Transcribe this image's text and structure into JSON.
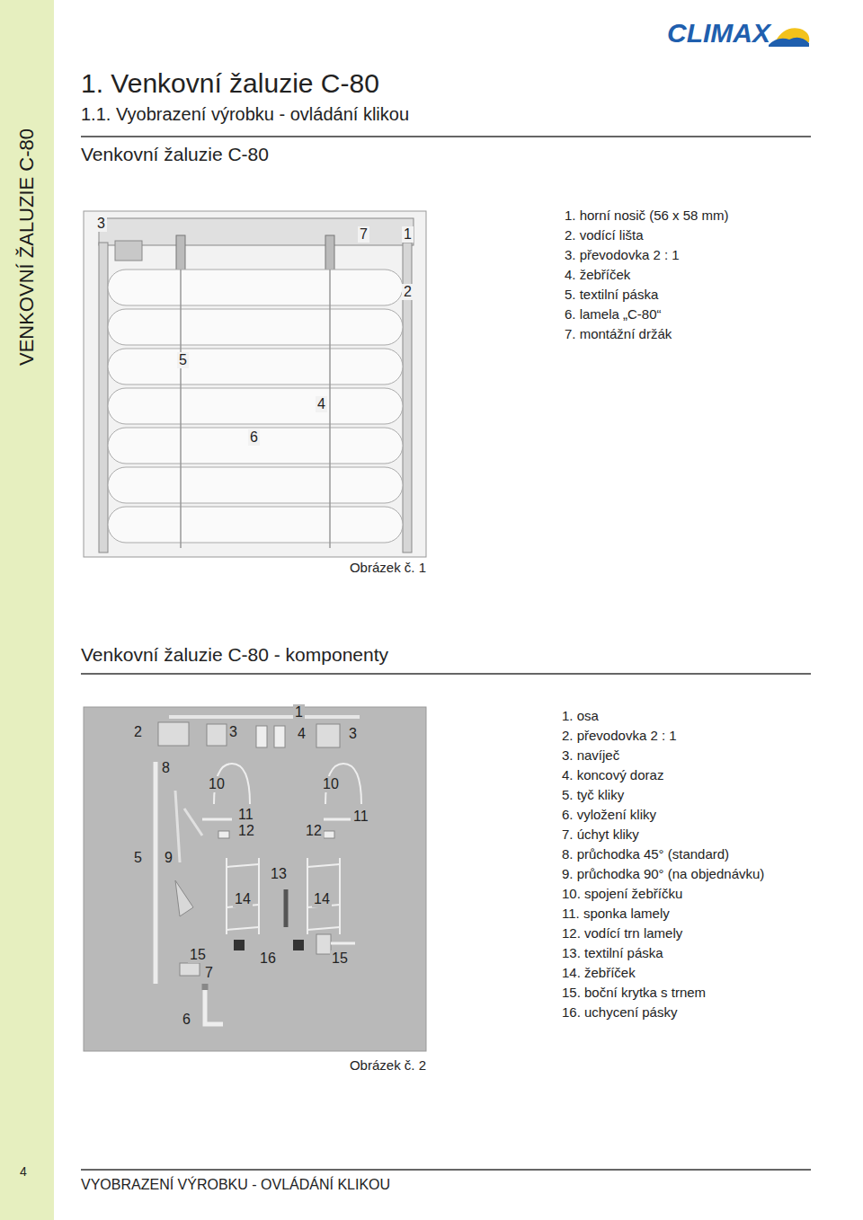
{
  "diagram": {
    "title": "1. Venkovní žaluzie C-80",
    "labels": [
      "CLIMAX",
      "VENKOVNÍ ŽALUZIE C-80",
      "1.1. Vyobrazení výrobku - ovládání klikou",
      "Venkovní žaluzie C-80",
      "3",
      "7",
      "1",
      "2",
      "5",
      "4",
      "6",
      "1. horní nosič (56 x 58 mm)",
      "2. vodící lišta",
      "3. převodovka 2 : 1",
      "4. žebříček",
      "5. textilní páska",
      "6. lamela „C-80“",
      "7. montážní držák",
      "Obrázek č. 1",
      "Venkovní žaluzie C-80 - komponenty",
      "2",
      "3",
      "1",
      "4",
      "3",
      "8",
      "10",
      "10",
      "11",
      "12",
      "12",
      "11",
      "5",
      "9",
      "13",
      "14",
      "14",
      "15",
      "16",
      "15",
      "7",
      "6",
      "1. osa",
      "2. převodovka 2 : 1",
      "3. navíječ",
      "4. koncový doraz",
      "5. tyč kliky",
      "6. vyložení kliky",
      "7. úchyt kliky",
      "8. průchodka 45° (standard)",
      "9. průchodka 90° (na objednávku)",
      "10. spojení žebříčku",
      "11. sponka lamely",
      "12. vodící trn lamely",
      "13. textilní páska",
      "14. žebříček",
      "15. boční krytka s trnem",
      "16. uchycení pásky",
      "Obrázek č. 2",
      "4",
      "VYOBRAZENÍ VÝROBKU - OVLÁDÁNÍ KLIKOU"
    ]
  }
}
